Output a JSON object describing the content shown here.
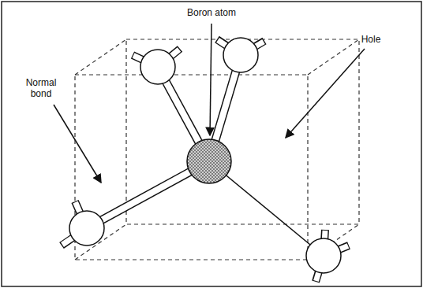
{
  "diagram": {
    "labels": [
      "Boron atom",
      "Normal bond",
      "Hole"
    ]
  }
}
